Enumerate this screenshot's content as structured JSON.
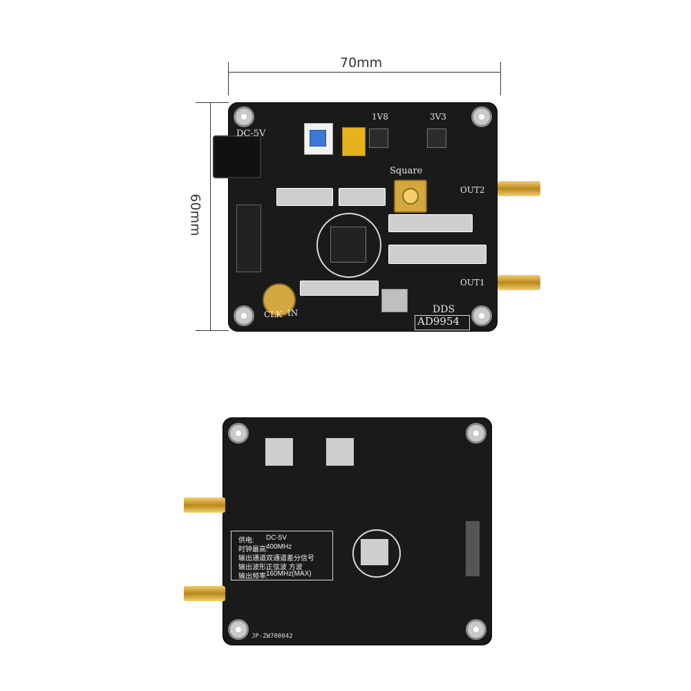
{
  "dimensions": {
    "width_label": "70mm",
    "height_label": "60mm"
  },
  "front_board": {
    "power_label": "DC-5V",
    "rail_1v8": "1V8",
    "rail_3v3": "3V3",
    "square_label": "Square",
    "out2_label": "OUT2",
    "out1_label": "OUT1",
    "clk_label": "CLK",
    "in_label": "IN",
    "dds_label": "DDS",
    "chip_label": "AD9954"
  },
  "back_board": {
    "specs": [
      {
        "key": "供电:",
        "value": "DC-5V"
      },
      {
        "key": "时钟最高:",
        "value": "400MHz"
      },
      {
        "key": "输出通道:",
        "value": "双通道差分信号"
      },
      {
        "key": "输出波形:",
        "value": "正弦波 方波"
      },
      {
        "key": "输出频率:",
        "value": "160MHz(MAX)"
      }
    ],
    "part_code": "JP-ZW700042"
  }
}
